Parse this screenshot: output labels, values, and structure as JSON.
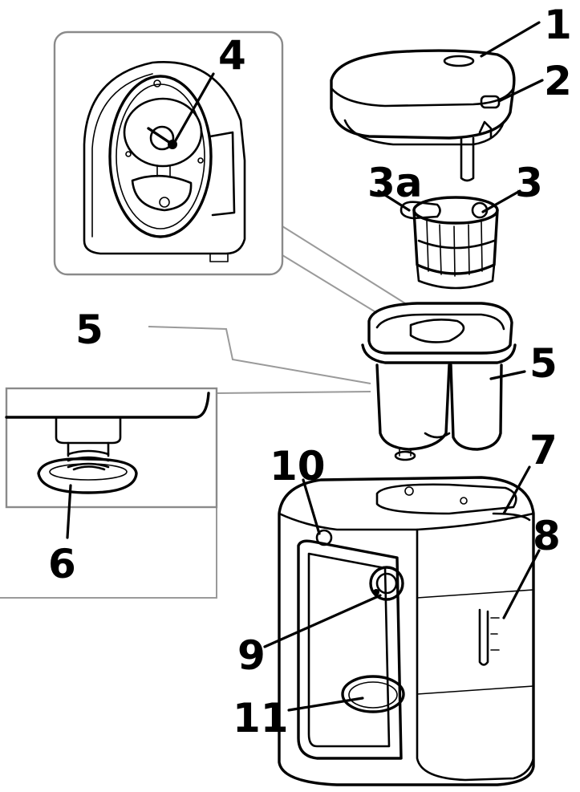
{
  "diagram": {
    "callouts": [
      {
        "id": "1",
        "label": "1"
      },
      {
        "id": "2",
        "label": "2"
      },
      {
        "id": "3a",
        "label": "3a"
      },
      {
        "id": "3",
        "label": "3"
      },
      {
        "id": "4",
        "label": "4"
      },
      {
        "id": "5-left",
        "label": "5"
      },
      {
        "id": "5-right",
        "label": "5"
      },
      {
        "id": "6",
        "label": "6"
      },
      {
        "id": "7",
        "label": "7"
      },
      {
        "id": "8",
        "label": "8"
      },
      {
        "id": "9",
        "label": "9"
      },
      {
        "id": "10",
        "label": "10"
      },
      {
        "id": "11",
        "label": "11"
      }
    ]
  }
}
